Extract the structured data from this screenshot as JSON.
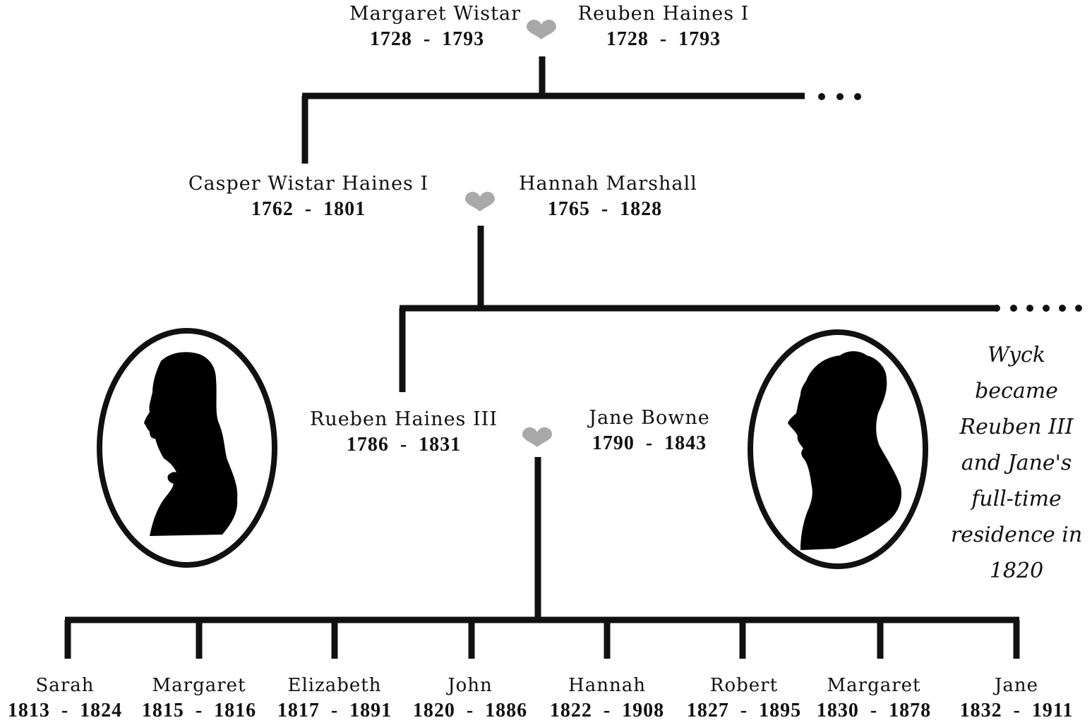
{
  "gen1": {
    "left": {
      "name": "Margaret Wistar",
      "years": "1728  -  1793"
    },
    "right": {
      "name": "Reuben Haines I",
      "years": "1728  -  1793"
    }
  },
  "gen2": {
    "left": {
      "name": "Casper Wistar Haines I",
      "years": "1762  -  1801"
    },
    "right": {
      "name": "Hannah Marshall",
      "years": "1765  -  1828"
    }
  },
  "gen3": {
    "left": {
      "name": "Rueben Haines III",
      "years": "1786  -  1831"
    },
    "right": {
      "name": "Jane Bowne",
      "years": "1790  -  1843"
    }
  },
  "children": [
    {
      "name": "Sarah",
      "years": "1813  -  1824"
    },
    {
      "name": "Margaret",
      "years": "1815  -  1816"
    },
    {
      "name": "Elizabeth",
      "years": "1817  -  1891"
    },
    {
      "name": "John",
      "years": "1820  -  1886"
    },
    {
      "name": "Hannah",
      "years": "1822  -  1908"
    },
    {
      "name": "Robert",
      "years": "1827  -  1895"
    },
    {
      "name": "Margaret",
      "years": "1830  -  1878"
    },
    {
      "name": "Jane",
      "years": "1832  -  1911"
    }
  ],
  "note": {
    "lines": [
      "Wyck",
      "became",
      "Reuben III",
      "and Jane's",
      "full-time",
      "residence in",
      "1820"
    ]
  },
  "colors": {
    "line": "#111111",
    "heart": "#a9a9a9",
    "silhouette": "#000000"
  },
  "icons": {
    "marriage": "heart-icon",
    "continuation": "ellipsis-dots"
  }
}
